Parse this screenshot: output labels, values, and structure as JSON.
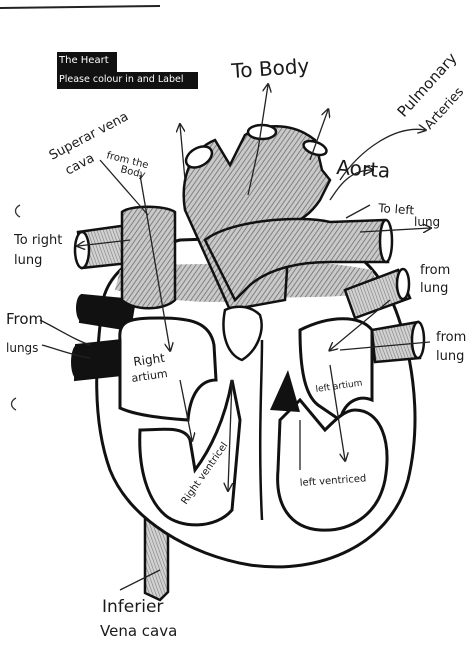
{
  "header": {
    "title": "The Heart",
    "instruction": "Please colour in and Label"
  },
  "labels": {
    "to_body": "To Body",
    "pulmonary": "Pulmonary",
    "artery": "Arteries",
    "superior_vena_cava_1": "Superar vena",
    "superior_vena_cava_2": "cava",
    "from_the_body_1": "from the",
    "from_the_body_2": "Body",
    "aorta": "Aorta",
    "to_left_lung_1": "To  left",
    "to_left_lung_2": "lung",
    "to_right_lung_1": "To right",
    "to_right_lung_2": "lung",
    "from_lung_right_1": "from",
    "from_lung_right_2": "lung",
    "from_lung_right_b_1": "from",
    "from_lung_right_b_2": "lung",
    "from_lungs_left_1": "From",
    "from_lungs_left_2": "lungs",
    "right_atrium_1": "Right",
    "right_atrium_2": "artium",
    "left_atrium": "left artium",
    "right_ventricle": "Right ventricel",
    "left_ventricle": "left ventriced",
    "inferior_vena_cava_1": "Inferier",
    "inferior_vena_cava_2": "Vena cava"
  }
}
